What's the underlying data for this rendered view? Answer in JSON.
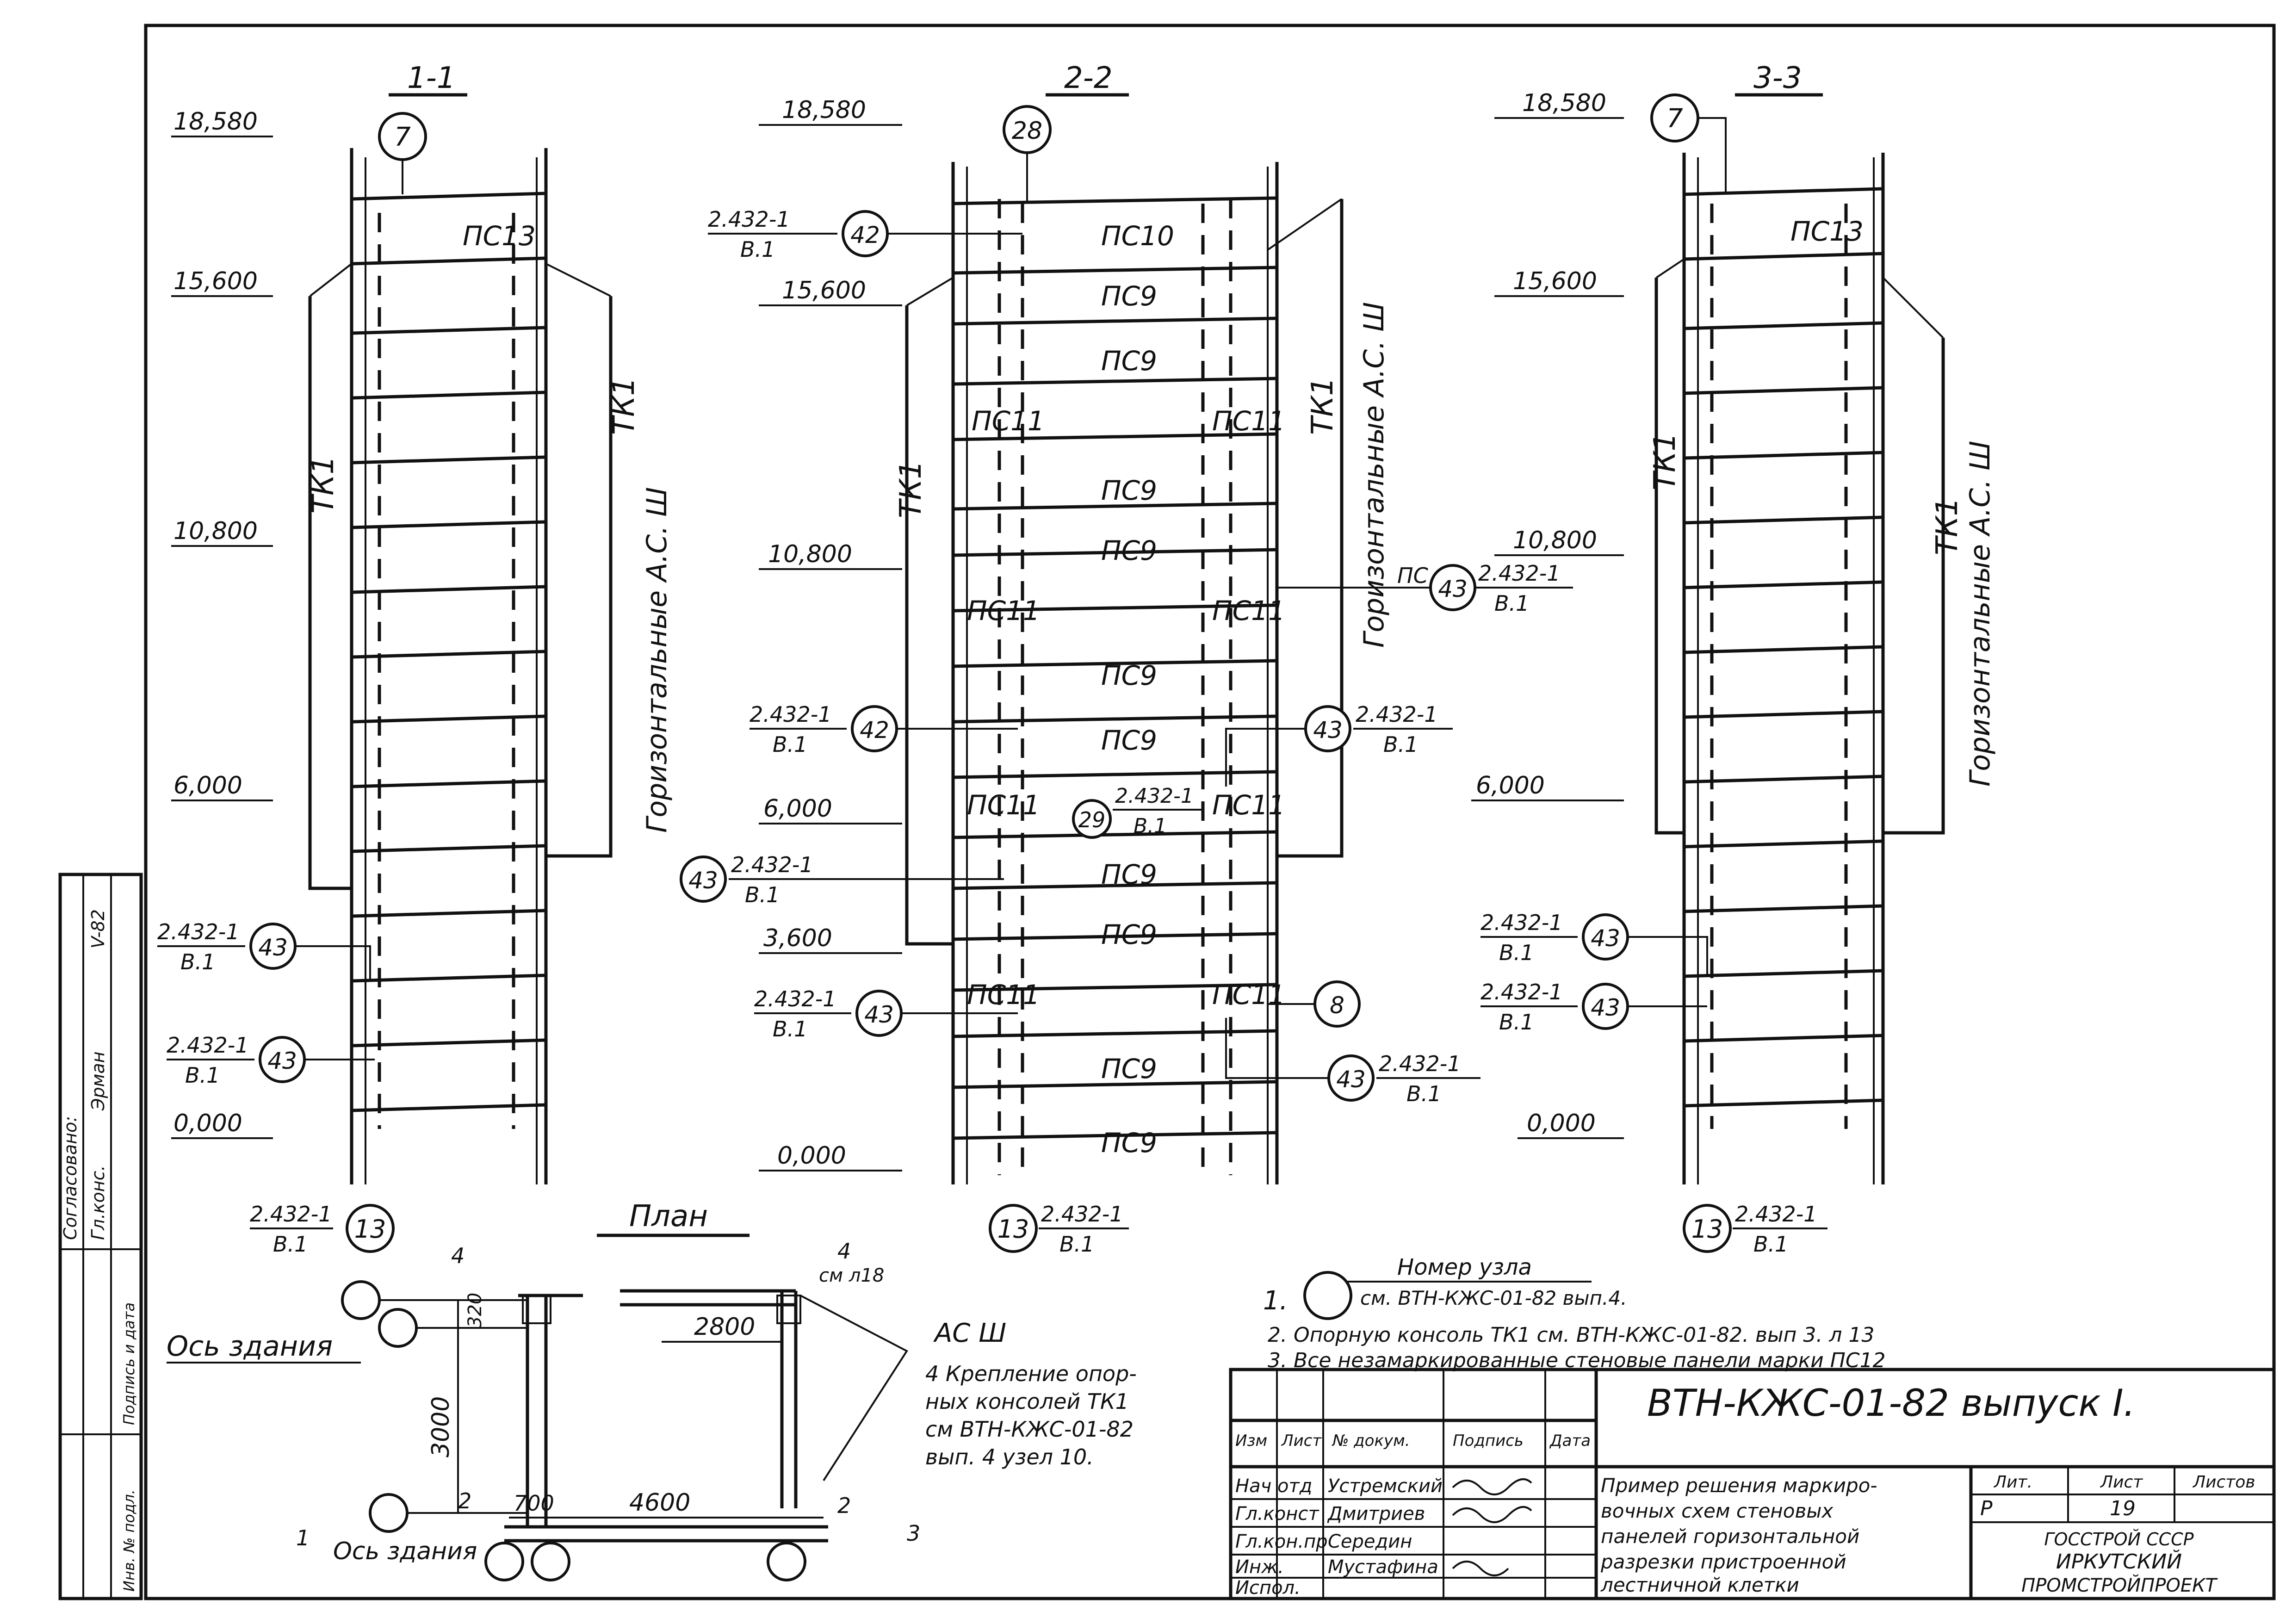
{
  "sections": {
    "s1": {
      "title": "1-1",
      "node_top": "7",
      "node_bottom": "13",
      "elevations": [
        "18,580",
        "15,600",
        "10,800",
        "6,000",
        "0,000"
      ],
      "panel_label": "ПС13",
      "column_label": "ТК1",
      "rebar_label": "Горизонтальные А.С. Ш",
      "refs": [
        {
          "doc": "2.432-1",
          "sheet": "В.1",
          "node": "43"
        },
        {
          "doc": "2.432-1",
          "sheet": "В.1",
          "node": "43"
        },
        {
          "doc": "2.432-1",
          "sheet": "В.1",
          "node": "13"
        }
      ]
    },
    "s2": {
      "title": "2-2",
      "node_top": "28",
      "node_bottom": "13",
      "elevations": [
        "18,580",
        "15,600",
        "10,800",
        "6,000",
        "3,600",
        "0,000"
      ],
      "panels": [
        "ПС10",
        "ПС9",
        "ПС9",
        "ПС11",
        "ПС11",
        "ПС9",
        "ПС9",
        "ПС11",
        "ПС11",
        "ПС9",
        "ПС9",
        "ПС11",
        "ПС11",
        "ПС9",
        "ПС9",
        "ПС11",
        "ПС11",
        "ПС9",
        "ПС9"
      ],
      "column_label": "ТК1",
      "rebar_label": "Горизонтальные А.С. Ш",
      "refs": [
        {
          "doc": "2.432-1",
          "sheet": "В.1",
          "node": "42"
        },
        {
          "doc": "2.432-1",
          "sheet": "В.1",
          "node": "42"
        },
        {
          "doc": "2.432-1",
          "sheet": "В.1",
          "node": "43"
        },
        {
          "doc": "2.432-1",
          "sheet": "В.1",
          "node": "43"
        },
        {
          "doc": "2.432-1",
          "sheet": "В.1",
          "node": "43"
        },
        {
          "doc": "2.432-1",
          "sheet": "В.1",
          "node": "43"
        },
        {
          "doc": "2.432-1",
          "sheet": "В.1",
          "node": "29"
        },
        {
          "doc": "2.432-1",
          "sheet": "В.1",
          "node": "13"
        }
      ],
      "node_extra": "8",
      "pc_ref": {
        "prefix": "ПС",
        "node": "43",
        "doc": "2.432-1",
        "sheet": "В.1"
      }
    },
    "s3": {
      "title": "3-3",
      "node_top": "7",
      "node_bottom": "13",
      "elevations": [
        "18,580",
        "15,600",
        "10,800",
        "6,000",
        "0,000"
      ],
      "panel_label": "ПС13",
      "column_label": "ТК1",
      "rebar_label": "Горизонтальные А.С. Ш",
      "refs": [
        {
          "doc": "2.432-1",
          "sheet": "В.1",
          "node": "43"
        },
        {
          "doc": "2.432-1",
          "sheet": "В.1",
          "node": "43"
        },
        {
          "doc": "2.432-1",
          "sheet": "В.1",
          "node": "13"
        }
      ]
    }
  },
  "plan": {
    "title": "План",
    "axis_label": "Ось здания",
    "axis_label_2": "Ось здания",
    "dims": [
      "320",
      "2800",
      "3000",
      "700",
      "4600"
    ],
    "cut_marks": [
      "4",
      "4",
      "2",
      "2",
      "3",
      "1"
    ],
    "cut_note": "см л18",
    "rebar": "АС Ш",
    "fix_note": [
      "4 Крепление опор-",
      "ных консолей ТК1",
      "см ВТН-КЖС-01-82",
      "вып. 4 узел 10."
    ]
  },
  "legend": {
    "node_caption": "Номер узла",
    "node_ref": "см. ВТН-КЖС-01-82 вып.4.",
    "note1_prefix": "1.",
    "note2": "2. Опорную консоль ТК1 см. ВТН-КЖС-01-82. вып 3. л 13",
    "note3": "3. Все незамаркированные стеновые панели марки ПС12"
  },
  "title_block": {
    "code": "ВТН-КЖС-01-82 выпуск I.",
    "headers": [
      "Изм",
      "Лист",
      "№ докум.",
      "Подпись",
      "Дата"
    ],
    "people": [
      {
        "role": "Нач отд",
        "name": "Устремский"
      },
      {
        "role": "Гл.конст",
        "name": "Дмитриев"
      },
      {
        "role": "Гл.кон.пр",
        "name": "Середин"
      },
      {
        "role": "Инж.",
        "name": "Мустафина"
      },
      {
        "role": "Испол.",
        "name": ""
      }
    ],
    "description": [
      "Пример решения маркиро-",
      "вочных схем стеновых",
      "панелей горизонтальной",
      "разрезки пристроенной",
      "лестничной клетки"
    ],
    "stage_headers": [
      "Лит.",
      "Лист",
      "Листов"
    ],
    "stage": "Р",
    "sheet": "19",
    "org": [
      "ГОССТРОЙ СССР",
      "ИРКУТСКИЙ",
      "ПРОМСТРОЙПРОЕКТ"
    ]
  },
  "side_stamp": {
    "approved": "Согласовано:",
    "rows": [
      "Гл.конс.",
      "Эрман",
      "V-82"
    ],
    "inv_labels": [
      "Инв. № подл.",
      "Подпись и дата"
    ]
  }
}
